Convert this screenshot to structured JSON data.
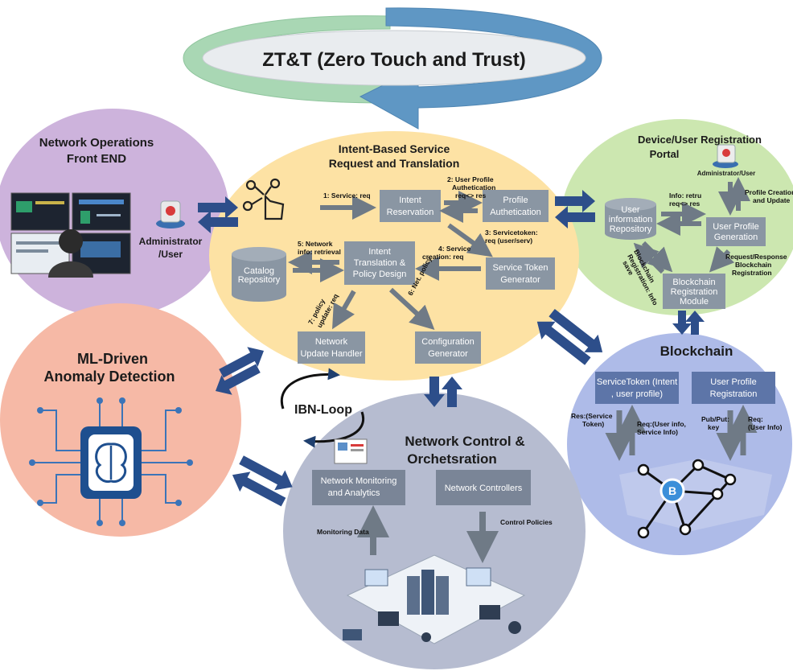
{
  "colors": {
    "loop_green": "#a9d7b4",
    "loop_blue": "#5f97c4",
    "front_end": "#cdb3dc",
    "intent": "#fde2a4",
    "registration": "#cce7b0",
    "ml": "#f6b9a6",
    "network_control": "#b6bcd0",
    "blockchain": "#aebbe8",
    "box": "#8a96a3",
    "blockchain_box": "#5d75a8",
    "arrow": "#2d4e8a",
    "accent_red": "#d83b3b"
  },
  "header": {
    "title": "ZT&T (Zero Touch and Trust)"
  },
  "front_end": {
    "title_line1": "Network Operations",
    "title_line2": "Front END",
    "actor_line1": "Administrator",
    "actor_line2": "/User",
    "icons": [
      "monitors-icon",
      "operator-icon",
      "administrator-icon"
    ]
  },
  "intent": {
    "title_line1": "Intent-Based Service",
    "title_line2": "Request and Translation",
    "boxes": {
      "intent_reservation_l1": "Intent",
      "intent_reservation_l2": "Reservation",
      "profile_auth_l1": "Profile",
      "profile_auth_l2": "Authetication",
      "translation_l1": "Intent",
      "translation_l2": "Translation &",
      "translation_l3": "Policy Design",
      "token_gen_l1": "Service Token",
      "token_gen_l2": "Generator",
      "catalog_l1": "Catalog",
      "catalog_l2": "Repository",
      "update_handler_l1": "Network",
      "update_handler_l2": "Update Handler",
      "config_gen_l1": "Configuration",
      "config_gen_l2": "Generator"
    },
    "labels": {
      "service_req": "1: Service: req",
      "user_profile_l1": "2: User Profile",
      "user_profile_l2": "Authetication",
      "user_profile_l3": "req<> res",
      "servicetoken_l1": "3: Servicetoken:",
      "servicetoken_l2": "req (user/serv)",
      "service_creation_l1": "4: Service",
      "service_creation_l2": "creation: req",
      "network_info_l1": "5: Network",
      "network_info_l2": "info: retrieval",
      "net_policy": "6: Net. policy",
      "policy_update_l1": "7: policy",
      "policy_update_l2": "update: req"
    },
    "icons": [
      "hand-network-icon"
    ]
  },
  "registration": {
    "title_line1": "Device/User Registration",
    "title_line2": "Portal",
    "actor": "Administrator/User",
    "boxes": {
      "user_info_l1": "User",
      "user_info_l2": "information",
      "user_info_l3": "Repository",
      "profile_gen_l1": "User Profile",
      "profile_gen_l2": "Generation",
      "bc_module_l1": "Blockchain",
      "bc_module_l2": "Registration",
      "bc_module_l3": "Module"
    },
    "labels": {
      "info_l1": "Info: retru",
      "info_l2": "req<> res",
      "profile_creation_l1": "Profile Creation",
      "profile_creation_l2": "and Update",
      "request_response_l1": "Request/Response",
      "request_response_l2": "Blockchain",
      "request_response_l3": "Registration",
      "rotated_l1": "Blockchain",
      "rotated_l2": "Registration: Info",
      "rotated_l3": "save"
    }
  },
  "ml": {
    "title_line1": "ML-Driven",
    "title_line2": "Anomaly Detection",
    "icons": [
      "brain-chip-icon"
    ]
  },
  "loop": {
    "label": "IBN-Loop"
  },
  "network_control": {
    "title_line1": "Network Control &",
    "title_line2": "Orchetsration",
    "boxes": {
      "monitoring_l1": "Network Monitoring",
      "monitoring_l2": "and Analytics",
      "controllers": "Network Controllers"
    },
    "labels": {
      "monitoring_data": "Monitoring Data",
      "control_policies": "Control Policies"
    },
    "icons": [
      "infrastructure-icon"
    ]
  },
  "blockchain": {
    "title": "Blockchain",
    "boxes": {
      "service_token_l1": "ServiceToken (Intent",
      "service_token_l2": ", user profile)",
      "user_profile_l1": "User Profile",
      "user_profile_l2": "Registration"
    },
    "labels": {
      "res_l1": "Res:(Service",
      "res_l2": "Token)",
      "req_info_l1": "Req:(User info,",
      "req_info_l2": "Service Info)",
      "pubput_l1": "Pub/Put:",
      "pubput_l2": "key",
      "req_user_l1": "Req:",
      "req_user_l2": "(User Info)"
    },
    "icons": [
      "blockchain-network-icon"
    ]
  }
}
